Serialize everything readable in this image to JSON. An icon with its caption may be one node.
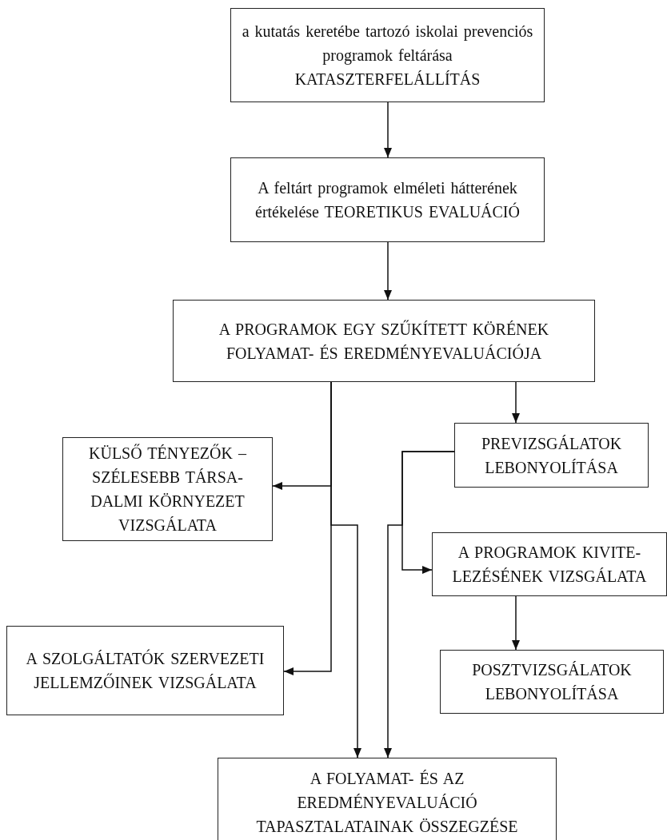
{
  "diagram": {
    "nodes": [
      {
        "text": [
          "a kutatás keretébe tartozó iskolai prevenciós programok feltárása KATASZTERFELÁLLÍTÁS"
        ]
      },
      {
        "text": [
          "A feltárt programok elméleti hátterének értékelése TEORETIKUS EVALUÁCIÓ"
        ]
      },
      {
        "text": [
          "A PROGRAMOK EGY SZŰKÍTETT KÖRÉNEK FOLYAMAT- ÉS EREDMÉNYEVALUÁCIÓJA"
        ]
      },
      {
        "text": [
          "KÜLSŐ TÉNYEZŐK – SZÉLESEBB TÁRSA- DALMI KÖRNYEZET VIZSGÁLATA"
        ]
      },
      {
        "text": [
          "PREVIZSGÁLATOK LEBONYOLÍTÁSA"
        ]
      },
      {
        "text": [
          "A PROGRAMOK KIVITE- LEZÉSÉNEK VIZSGÁLATA"
        ]
      },
      {
        "text": [
          "A SZOLGÁLTATÓK SZERVEZETI JELLEMZŐINEK VIZSGÁLATA"
        ]
      },
      {
        "text": [
          "POSZTVIZSGÁLATOK LEBONYOLÍTÁSA"
        ]
      },
      {
        "text": [
          "A FOLYAMAT- ÉS AZ EREDMÉNYEVALUÁCIÓ TAPASZTALATAINAK ÖSSZEGZÉSE"
        ]
      }
    ],
    "edges": [
      {
        "from": 0,
        "to": 1,
        "arrow": "to"
      },
      {
        "from": 1,
        "to": 2,
        "arrow": "to"
      },
      {
        "from": 2,
        "to": 4,
        "arrow": "to"
      },
      {
        "from": 2,
        "to": 3,
        "arrow": "to"
      },
      {
        "from": 2,
        "to": 6,
        "arrow": "to"
      },
      {
        "from": 2,
        "to": 8,
        "arrow": "to"
      },
      {
        "from": 4,
        "to": 5,
        "arrow": "to"
      },
      {
        "from": 4,
        "to": 8,
        "arrow": "to"
      },
      {
        "from": 5,
        "to": 7,
        "arrow": "to"
      }
    ]
  }
}
